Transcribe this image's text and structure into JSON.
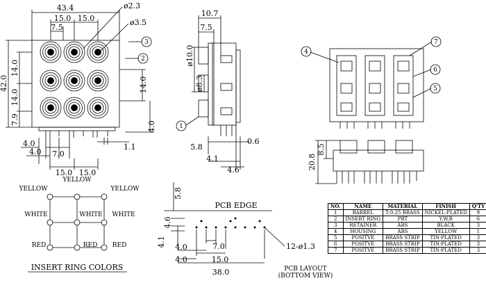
{
  "dims": {
    "front_width": "43.4",
    "front_w15a": "15.0",
    "front_w15b": "15.0",
    "front_w75": "7.5",
    "dia23": "ø2.3",
    "dia35": "ø3.5",
    "h42": "42.0",
    "h14a": "14.0",
    "h14b": "14.0",
    "h14right": "14.0",
    "h79": "7.9",
    "h40right": "4.0",
    "b40a": "4.0",
    "b40b": "4.0",
    "b70": "7.0",
    "b11": "1.1",
    "b15a": "15.0",
    "b15b": "15.0",
    "side107": "10.7",
    "side75": "7.5",
    "side_dia10": "ø10.0",
    "side_dia83": "ø8.3",
    "side58": "5.8",
    "side06": "0.6",
    "side41": "4.1",
    "side46": "4.6",
    "bot208": "20.8",
    "bot85": "8.5",
    "pcb58": "5.8",
    "pcb46": "4.6",
    "pcb41": "4.1",
    "pcb70": "7.0",
    "pcb40a": "4.0",
    "pcb40b": "4.0",
    "pcb150": "15.0",
    "pcb380": "38.0",
    "pcb_holes": "12-ø1.3"
  },
  "callouts": {
    "c1": "1",
    "c2": "2",
    "c3": "3",
    "c4": "4",
    "c5": "5",
    "c6": "6",
    "c7": "7"
  },
  "colors_diagram": {
    "top_left": "YELLOW",
    "top_mid": "YELLOW",
    "top_right": "YELLOW",
    "mid_left": "WHITE",
    "mid_mid": "WHITE",
    "mid_right": "WHITE",
    "bot_left": "RED",
    "bot_mid": "RED",
    "bot_right": "RED",
    "title": "INSERT RING COLORS"
  },
  "pcb": {
    "edge_label": "PCB EDGE",
    "layout_line1": "PCB LAYOUT",
    "layout_line2": "(BOTTOM VIEW)"
  },
  "table": {
    "headers": [
      "NO.",
      "NAME",
      "MATERIAL",
      "FINISH",
      "Q'TY"
    ],
    "rows": [
      [
        "1",
        "BARREL",
        "T:0.25 BRASS",
        "NICKEL-PLATED",
        "9"
      ],
      [
        "2",
        "INSERT RING",
        "PBT",
        "Y,W,R",
        "6"
      ],
      [
        "3",
        "RETAINER",
        "ABS",
        "BLACK",
        "3"
      ],
      [
        "4",
        "HOUSING",
        "ABS",
        "YELLOW",
        "1"
      ],
      [
        "5",
        "POSITVE",
        "BRASS STRIP",
        "TIN-PLATED",
        "3"
      ],
      [
        "6",
        "POSITVE",
        "BRASS STRIP",
        "TIN-PLATED",
        "3"
      ],
      [
        "7",
        "POSITVE",
        "BRASS STRIP",
        "TIN-PLATED",
        "3"
      ]
    ]
  }
}
